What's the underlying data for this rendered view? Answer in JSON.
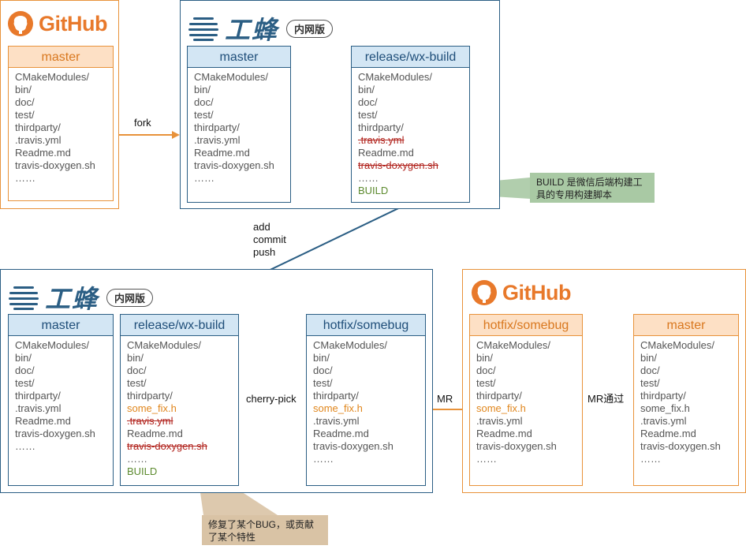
{
  "logos": {
    "github_text": "GitHub",
    "gongfeng_text": "工蜂",
    "gongfeng_badge": "内网版"
  },
  "colors": {
    "github_orange": "#e8923a",
    "gongfeng_blue": "#2b5e84",
    "added_orange": "#e0861c",
    "deleted_red": "#b1231d",
    "build_green": "#5c8a2e",
    "note_green": "#a9c9a4",
    "note_tan": "#d9c3a5"
  },
  "panels": {
    "gh_master": {
      "title": "master",
      "files": [
        {
          "name": "CMakeModules/",
          "status": "normal"
        },
        {
          "name": "bin/",
          "status": "normal"
        },
        {
          "name": "doc/",
          "status": "normal"
        },
        {
          "name": "test/",
          "status": "normal"
        },
        {
          "name": "thirdparty/",
          "status": "normal"
        },
        {
          "name": ".travis.yml",
          "status": "normal"
        },
        {
          "name": "Readme.md",
          "status": "normal"
        },
        {
          "name": "travis-doxygen.sh",
          "status": "normal"
        },
        {
          "name": "……",
          "status": "normal"
        }
      ]
    },
    "gf1_master": {
      "title": "master",
      "files": [
        {
          "name": "CMakeModules/",
          "status": "normal"
        },
        {
          "name": "bin/",
          "status": "normal"
        },
        {
          "name": "doc/",
          "status": "normal"
        },
        {
          "name": "test/",
          "status": "normal"
        },
        {
          "name": "thirdparty/",
          "status": "normal"
        },
        {
          "name": ".travis.yml",
          "status": "normal"
        },
        {
          "name": "Readme.md",
          "status": "normal"
        },
        {
          "name": "travis-doxygen.sh",
          "status": "normal"
        },
        {
          "name": "……",
          "status": "normal"
        }
      ]
    },
    "gf1_release": {
      "title": "release/wx-build",
      "files": [
        {
          "name": "CMakeModules/",
          "status": "normal"
        },
        {
          "name": "bin/",
          "status": "normal"
        },
        {
          "name": "doc/",
          "status": "normal"
        },
        {
          "name": "test/",
          "status": "normal"
        },
        {
          "name": "thirdparty/",
          "status": "normal"
        },
        {
          "name": ".travis.yml",
          "status": "deleted"
        },
        {
          "name": "Readme.md",
          "status": "normal"
        },
        {
          "name": "travis-doxygen.sh",
          "status": "deleted"
        },
        {
          "name": "……",
          "status": "normal"
        },
        {
          "name": "BUILD",
          "status": "build"
        }
      ]
    },
    "gf2_master": {
      "title": "master",
      "files": [
        {
          "name": "CMakeModules/",
          "status": "normal"
        },
        {
          "name": "bin/",
          "status": "normal"
        },
        {
          "name": "doc/",
          "status": "normal"
        },
        {
          "name": "test/",
          "status": "normal"
        },
        {
          "name": "thirdparty/",
          "status": "normal"
        },
        {
          "name": ".travis.yml",
          "status": "normal"
        },
        {
          "name": "Readme.md",
          "status": "normal"
        },
        {
          "name": "travis-doxygen.sh",
          "status": "normal"
        },
        {
          "name": "……",
          "status": "normal"
        }
      ]
    },
    "gf2_release": {
      "title": "release/wx-build",
      "files": [
        {
          "name": "CMakeModules/",
          "status": "normal"
        },
        {
          "name": "bin/",
          "status": "normal"
        },
        {
          "name": "doc/",
          "status": "normal"
        },
        {
          "name": "test/",
          "status": "normal"
        },
        {
          "name": "thirdparty/",
          "status": "normal"
        },
        {
          "name": "some_fix.h",
          "status": "added"
        },
        {
          "name": ".travis.yml",
          "status": "deleted"
        },
        {
          "name": "Readme.md",
          "status": "normal"
        },
        {
          "name": "travis-doxygen.sh",
          "status": "deleted"
        },
        {
          "name": "……",
          "status": "normal"
        },
        {
          "name": "BUILD",
          "status": "build"
        }
      ]
    },
    "gf2_hotfix": {
      "title": "hotfix/somebug",
      "files": [
        {
          "name": "CMakeModules/",
          "status": "normal"
        },
        {
          "name": "bin/",
          "status": "normal"
        },
        {
          "name": "doc/",
          "status": "normal"
        },
        {
          "name": "test/",
          "status": "normal"
        },
        {
          "name": "thirdparty/",
          "status": "normal"
        },
        {
          "name": "some_fix.h",
          "status": "added"
        },
        {
          "name": ".travis.yml",
          "status": "normal"
        },
        {
          "name": "Readme.md",
          "status": "normal"
        },
        {
          "name": "travis-doxygen.sh",
          "status": "normal"
        },
        {
          "name": "……",
          "status": "normal"
        }
      ]
    },
    "gh2_hotfix": {
      "title": "hotfix/somebug",
      "files": [
        {
          "name": "CMakeModules/",
          "status": "normal"
        },
        {
          "name": "bin/",
          "status": "normal"
        },
        {
          "name": "doc/",
          "status": "normal"
        },
        {
          "name": "test/",
          "status": "normal"
        },
        {
          "name": "thirdparty/",
          "status": "normal"
        },
        {
          "name": "some_fix.h",
          "status": "added"
        },
        {
          "name": ".travis.yml",
          "status": "normal"
        },
        {
          "name": "Readme.md",
          "status": "normal"
        },
        {
          "name": "travis-doxygen.sh",
          "status": "normal"
        },
        {
          "name": "……",
          "status": "normal"
        }
      ]
    },
    "gh2_master": {
      "title": "master",
      "files": [
        {
          "name": "CMakeModules/",
          "status": "normal"
        },
        {
          "name": "bin/",
          "status": "normal"
        },
        {
          "name": "doc/",
          "status": "normal"
        },
        {
          "name": "test/",
          "status": "normal"
        },
        {
          "name": "thirdparty/",
          "status": "normal"
        },
        {
          "name": "some_fix.h",
          "status": "normal"
        },
        {
          "name": ".travis.yml",
          "status": "normal"
        },
        {
          "name": "Readme.md",
          "status": "normal"
        },
        {
          "name": "travis-doxygen.sh",
          "status": "normal"
        },
        {
          "name": "……",
          "status": "normal"
        }
      ]
    }
  },
  "arrows": {
    "fork": "fork",
    "add_commit_push": [
      "add",
      "commit",
      "push"
    ],
    "cherry_pick": "cherry-pick",
    "mr": "MR",
    "mr_approved": "MR通过"
  },
  "callouts": {
    "build_note": "BUILD 是微信后端构建工具的专用构建脚本",
    "fix_note": "修复了某个BUG，或贡献了某个特性"
  }
}
